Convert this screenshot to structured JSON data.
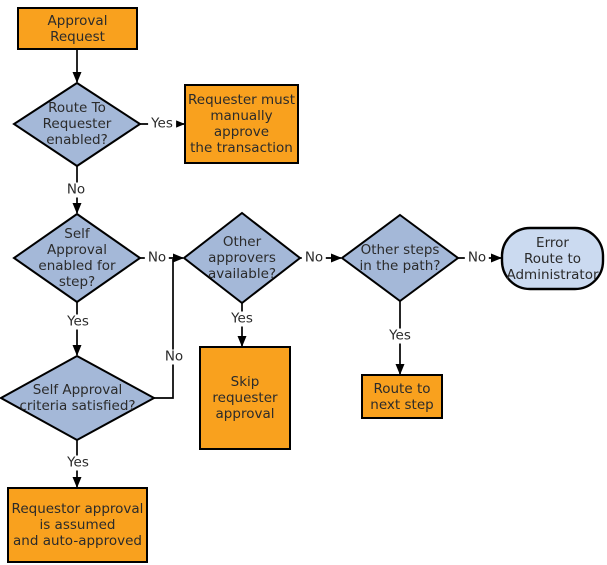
{
  "colors": {
    "process_fill": "#F9A11E",
    "decision_fill": "#A4B8D8",
    "terminator_fill": "#CBDAF0",
    "outline": "#000000",
    "line": "#000000",
    "text": "#2B2B2B",
    "background": "#FFFFFF"
  },
  "nodes": {
    "approval_request": "Approval Request",
    "route_to_requester": "Route To\nRequester\nenabled?",
    "requester_must_approve": "Requester must\nmanually\napprove\nthe transaction",
    "self_approval_enabled": "Self\nApproval\nenabled for\nstep?",
    "self_approval_criteria": "Self Approval\ncriteria satisfied?",
    "requestor_auto_approved": "Requestor approval\nis assumed\nand auto-approved",
    "other_approvers": "Other\napprovers\navailable?",
    "skip_requester_approval": "Skip\nrequester\napproval",
    "other_steps": "Other steps\nin the path?",
    "route_to_next_step": "Route to\nnext step",
    "error_route_admin": "Error\nRoute to\nAdministrator"
  },
  "edge_labels": {
    "route_to_requester_yes": "Yes",
    "route_to_requester_no": "No",
    "self_enabled_no": "No",
    "self_enabled_yes": "Yes",
    "criteria_yes": "Yes",
    "criteria_no": "No",
    "other_approvers_yes": "Yes",
    "other_approvers_no": "No",
    "other_steps_yes": "Yes",
    "other_steps_no": "No"
  }
}
